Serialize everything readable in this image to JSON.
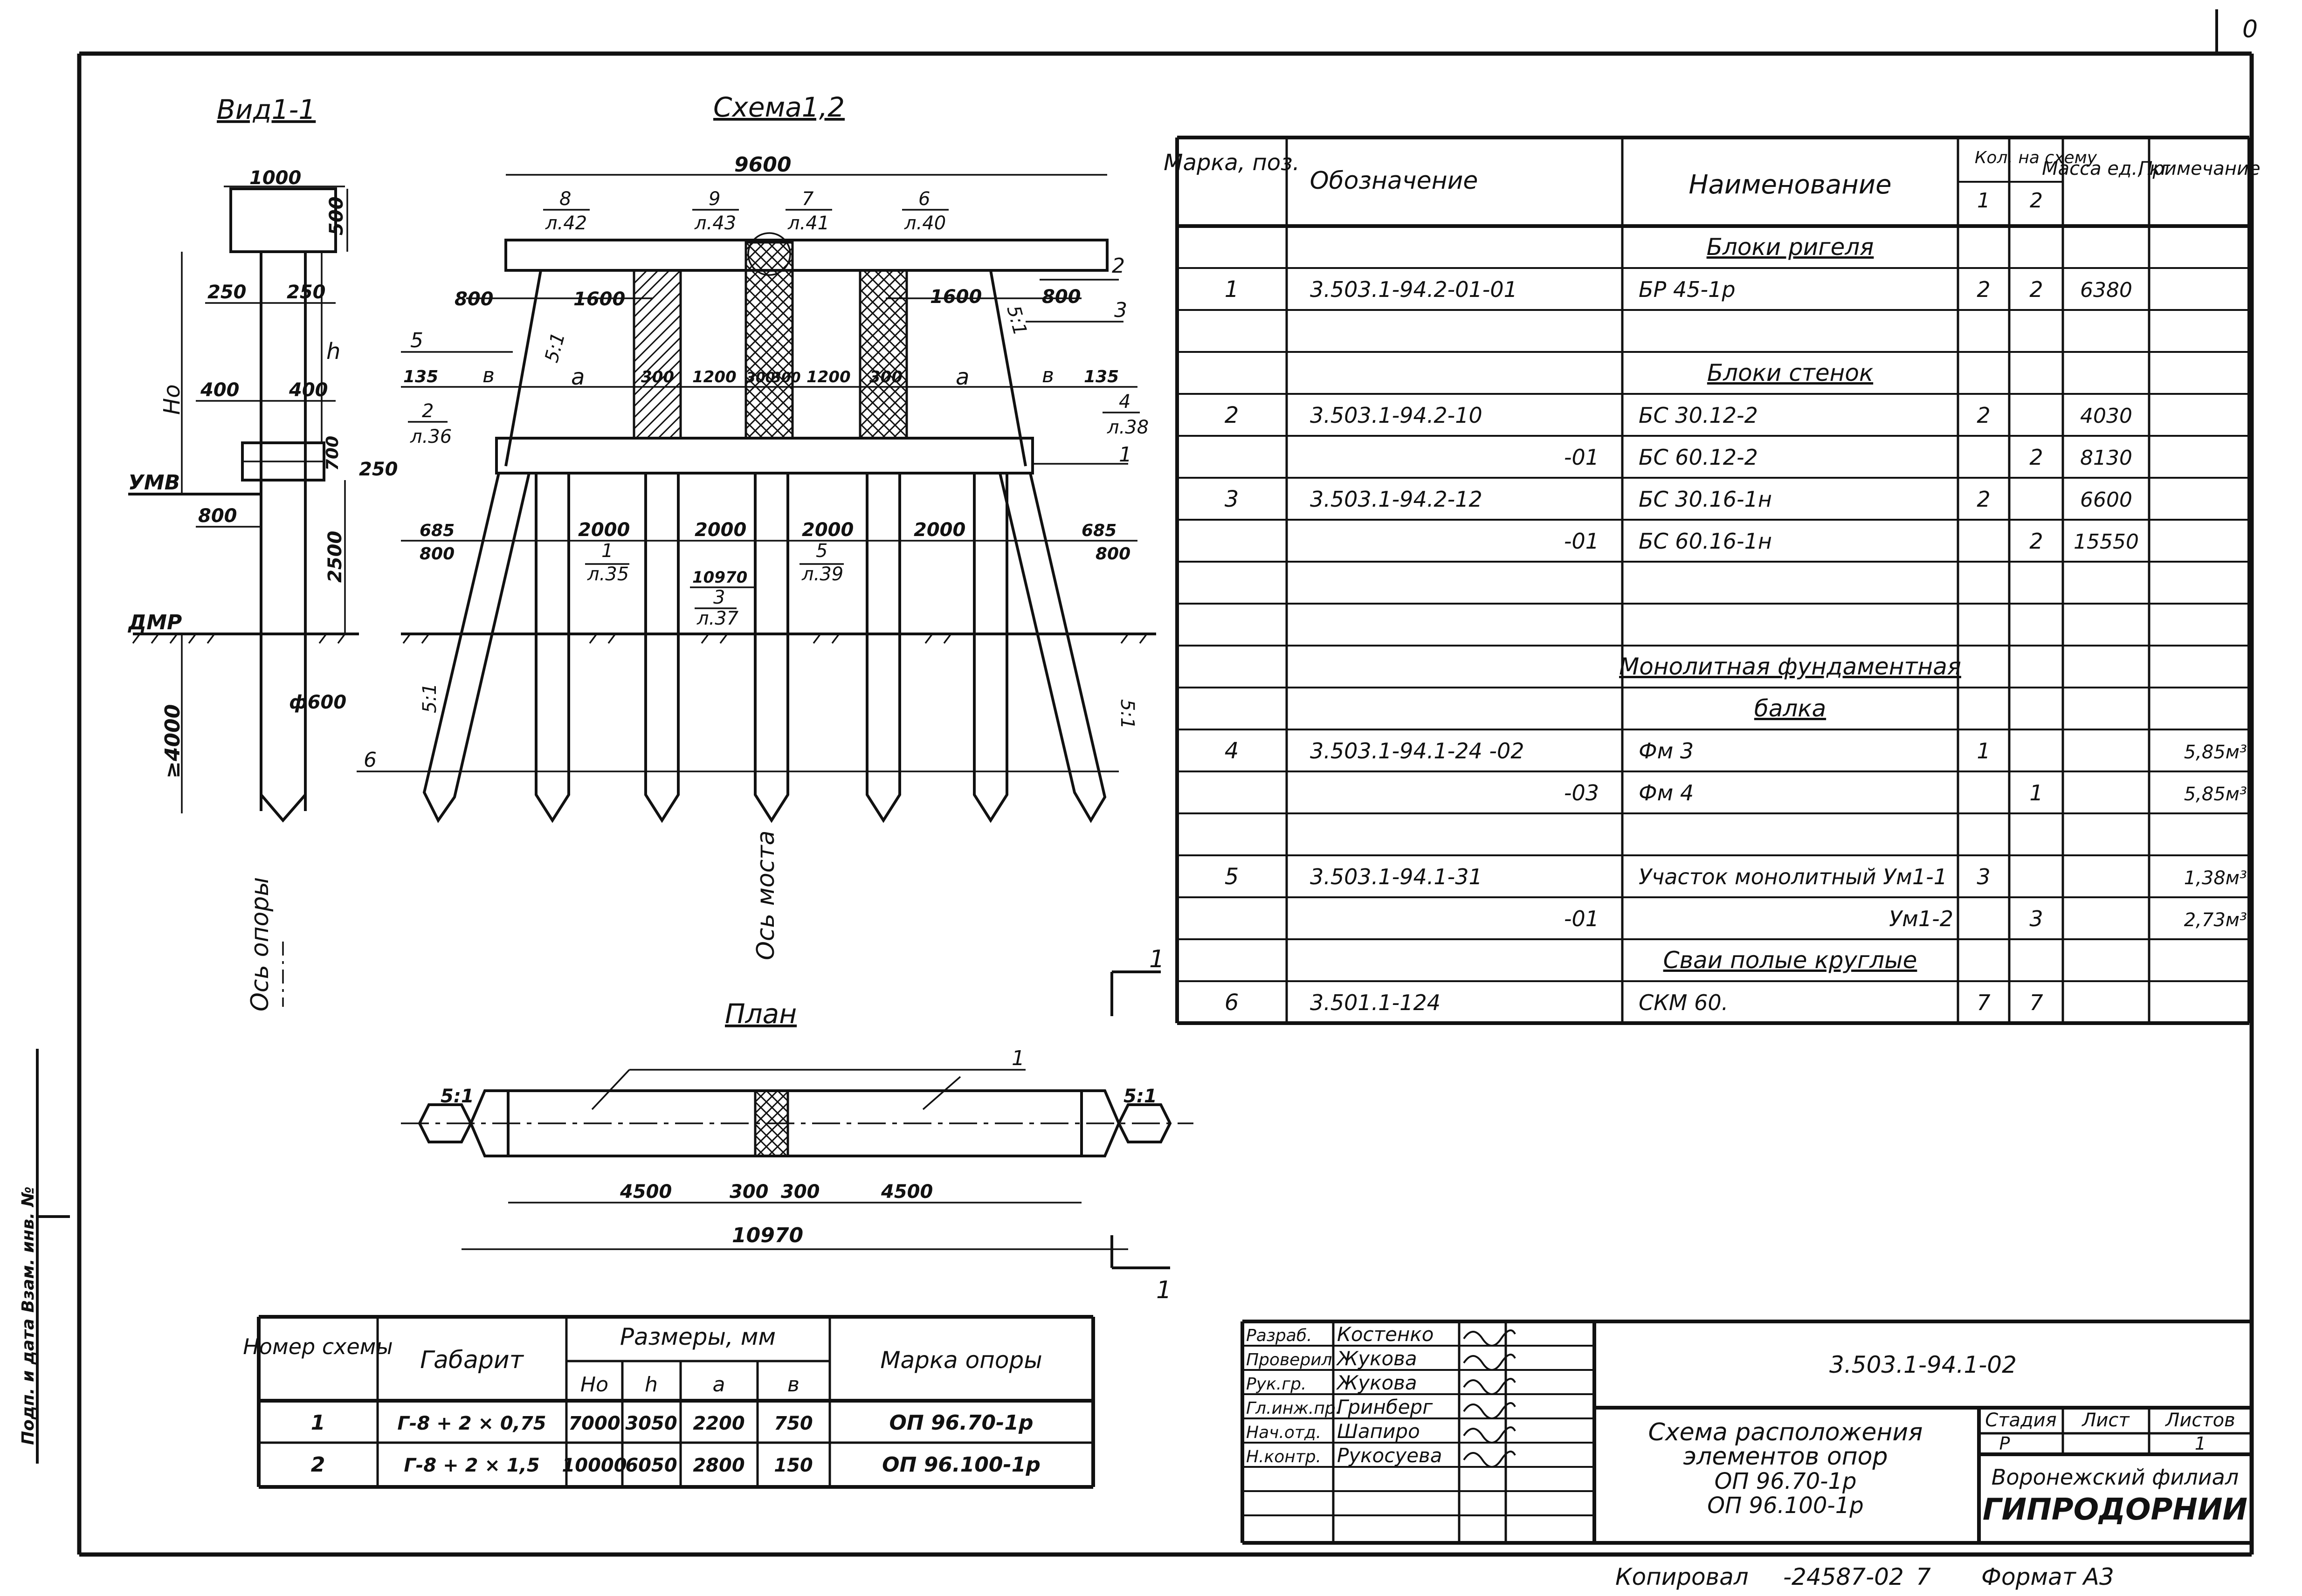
{
  "page_corner": "0",
  "view_title": "Вид1-1",
  "scheme_title": "Схема1,2",
  "plan_title": "План",
  "view_labels": {
    "width_top": "1000",
    "cap_height": "500",
    "dim_250a": "250",
    "dim_250b": "250",
    "h": "h",
    "Ho": "Hо",
    "dim_400a": "400",
    "dim_400b": "400",
    "dim_700": "700",
    "dim_250c": "250",
    "umv": "УМВ",
    "dim_800": "800",
    "dim_2500": "2500",
    "dmr": "ДМР",
    "pile_dia": "ф600",
    "depth": "≥4000",
    "axis": "Ось опоры"
  },
  "scheme_labels": {
    "total": "9600",
    "note8": [
      "8",
      "л.42"
    ],
    "note9": [
      "9",
      "л.43"
    ],
    "note7": [
      "7",
      "л.41"
    ],
    "note6": [
      "6",
      "л.40"
    ],
    "dim800l": "800",
    "dim1600l": "1600",
    "dim1600r": "1600",
    "dim800r": "800",
    "slope_tl": "5:1",
    "slope_tr": "5:1",
    "pos2": "2",
    "pos3": "3",
    "pos5": "5",
    "dim135l": "135",
    "b_l": "в",
    "a_l": "а",
    "dim300a": "300",
    "dim1200a": "1200",
    "dim300b": "300",
    "dim300c": "300",
    "dim1200b": "1200",
    "dim300d": "300",
    "a_r": "а",
    "b_r": "в",
    "dim135r": "135",
    "note2": [
      "2",
      "л.36"
    ],
    "note4": [
      "4",
      "л.38"
    ],
    "pos1": "1",
    "dim685l": "685",
    "dim800bl": "800",
    "dim2000a": "2000",
    "dim2000b": "2000",
    "dim2000c": "2000",
    "dim2000d": "2000",
    "dim685r": "685",
    "dim800br": "800",
    "note1": [
      "1",
      "л.35"
    ],
    "note5": [
      "5",
      "л.39"
    ],
    "dim10970": "10970",
    "note3": [
      "3",
      "л.37"
    ],
    "slope_bl": "5:1",
    "slope_br": "5:1",
    "pos6": "6",
    "axis": "Ось моста",
    "section_mark": "1"
  },
  "plan_labels": {
    "slope_l": "5:1",
    "slope_r": "5:1",
    "pos1": "1",
    "dim4500l": "4500",
    "dim300l": "300",
    "dim300r": "300",
    "dim4500r": "4500",
    "total": "10970",
    "section_mark": "1"
  },
  "spec_table": {
    "headers": {
      "mark": "Марка, поз.",
      "designation": "Обозначение",
      "name": "Наименование",
      "qty": "Кол. на схему",
      "qty1": "1",
      "qty2": "2",
      "mass": "Масса ед., кг",
      "note": "Примечание"
    },
    "rows": [
      {
        "mark": "",
        "designation": "",
        "name": "Блоки ригеля",
        "q1": "",
        "q2": "",
        "mass": "",
        "note": "",
        "heading": true
      },
      {
        "mark": "1",
        "designation": "3.503.1-94.2-01-01",
        "name": "БР 45-1р",
        "q1": "2",
        "q2": "2",
        "mass": "6380",
        "note": ""
      },
      {
        "mark": "",
        "designation": "",
        "name": "",
        "q1": "",
        "q2": "",
        "mass": "",
        "note": ""
      },
      {
        "mark": "",
        "designation": "",
        "name": "Блоки стенок",
        "q1": "",
        "q2": "",
        "mass": "",
        "note": "",
        "heading": true
      },
      {
        "mark": "2",
        "designation": "3.503.1-94.2-10",
        "name": "БС 30.12-2",
        "q1": "2",
        "q2": "",
        "mass": "4030",
        "note": ""
      },
      {
        "mark": "",
        "designation": "-01",
        "name": "БС 60.12-2",
        "q1": "",
        "q2": "2",
        "mass": "8130",
        "note": ""
      },
      {
        "mark": "3",
        "designation": "3.503.1-94.2-12",
        "name": "БС 30.16-1н",
        "q1": "2",
        "q2": "",
        "mass": "6600",
        "note": ""
      },
      {
        "mark": "",
        "designation": "-01",
        "name": "БС 60.16-1н",
        "q1": "",
        "q2": "2",
        "mass": "15550",
        "note": ""
      },
      {
        "mark": "",
        "designation": "",
        "name": "",
        "q1": "",
        "q2": "",
        "mass": "",
        "note": ""
      },
      {
        "mark": "",
        "designation": "",
        "name": "",
        "q1": "",
        "q2": "",
        "mass": "",
        "note": ""
      },
      {
        "mark": "",
        "designation": "",
        "name": "Монолитная фундаментная",
        "q1": "",
        "q2": "",
        "mass": "",
        "note": "",
        "heading": true
      },
      {
        "mark": "",
        "designation": "",
        "name": "балка",
        "q1": "",
        "q2": "",
        "mass": "",
        "note": "",
        "heading": true
      },
      {
        "mark": "4",
        "designation": "3.503.1-94.1-24 -02",
        "name": "Фм 3",
        "q1": "1",
        "q2": "",
        "mass": "",
        "note": "5,85м³"
      },
      {
        "mark": "",
        "designation": "-03",
        "name": "Фм 4",
        "q1": "",
        "q2": "1",
        "mass": "",
        "note": "5,85м³"
      },
      {
        "mark": "",
        "designation": "",
        "name": "",
        "q1": "",
        "q2": "",
        "mass": "",
        "note": ""
      },
      {
        "mark": "5",
        "designation": "3.503.1-94.1-31",
        "name": "Участок монолитный Ум1-1",
        "q1": "3",
        "q2": "",
        "mass": "",
        "note": "1,38м³"
      },
      {
        "mark": "",
        "designation": "-01",
        "name": "Ум1-2",
        "q1": "",
        "q2": "3",
        "mass": "",
        "note": "2,73м³"
      },
      {
        "mark": "",
        "designation": "",
        "name": "Сваи полые круглые",
        "q1": "",
        "q2": "",
        "mass": "",
        "note": "",
        "heading": true
      },
      {
        "mark": "6",
        "designation": "3.501.1-124",
        "name": "СКМ 60.",
        "q1": "7",
        "q2": "7",
        "mass": "",
        "note": ""
      }
    ]
  },
  "dims_table": {
    "headers": {
      "scheme": "Номер схемы",
      "gabarit": "Габарит",
      "sizes": "Размеры, мм",
      "Ho": "Hо",
      "h": "h",
      "a": "а",
      "b": "в",
      "support": "Марка опоры"
    },
    "rows": [
      {
        "scheme": "1",
        "gabarit": "Г-8 + 2 × 0,75",
        "Ho": "7000",
        "h": "3050",
        "a": "2200",
        "b": "750",
        "support": "ОП 96.70-1р"
      },
      {
        "scheme": "2",
        "gabarit": "Г-8 + 2 × 1,5",
        "Ho": "10000",
        "h": "6050",
        "a": "2800",
        "b": "150",
        "support": "ОП 96.100-1р"
      }
    ]
  },
  "title_block": {
    "roles": [
      "Разраб.",
      "Проверил",
      "Рук.гр.",
      "Гл.инж.пр.",
      "Нач.отд.",
      "Н.контр."
    ],
    "names": [
      "Костенко",
      "Жукова",
      "Жукова",
      "Гринберг",
      "Шапиро",
      "Рукосуева"
    ],
    "code": "3.503.1-94.1-02",
    "title_lines": [
      "Схема расположения",
      "элементов опор",
      "ОП 96.70-1р",
      "ОП 96.100-1р"
    ],
    "stage_label": "Стадия",
    "sheet_label": "Лист",
    "sheets_label": "Листов",
    "stage": "Р",
    "sheets": "1",
    "org_line1": "Воронежский филиал",
    "org_line2": "ГИПРОДОРНИИ"
  },
  "footer": {
    "copied": "Копировал",
    "order": "-24587-02",
    "sheet_no": "7",
    "format": "Формат А3"
  },
  "margin_stamp": "Подп. и дата   Взам. инв. №"
}
